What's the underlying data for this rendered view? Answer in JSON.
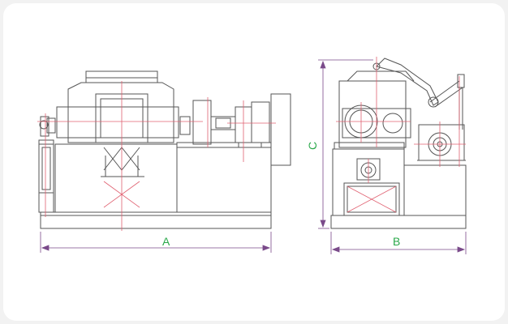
{
  "dimensions": {
    "a_label": "A",
    "b_label": "B",
    "c_label": "C"
  },
  "colors": {
    "outline": "#555555",
    "centerline": "#e06070",
    "dimension_line": "#7a4a8a",
    "dimension_text": "#2aa84a",
    "card": "#ffffff",
    "background": "#f2f2f2"
  },
  "views": {
    "front": "machine-front-view",
    "side": "machine-side-view"
  }
}
